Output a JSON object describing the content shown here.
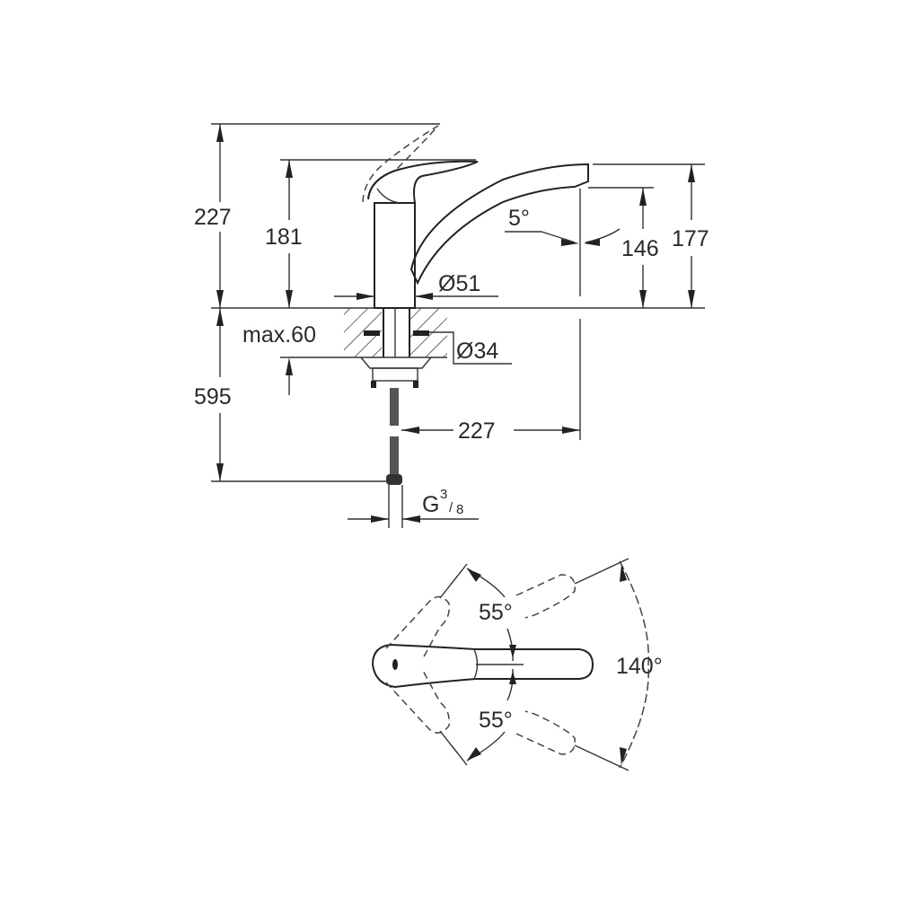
{
  "drawing": {
    "title": "Single-lever sink mixer dimension drawing",
    "side_view": {
      "dimensions": {
        "lever_raised_height": "227",
        "body_height": "181",
        "spout_height": "177",
        "outlet_height": "146",
        "spout_angle": "5°",
        "body_diameter": "Ø51",
        "max_deck_thickness": "max.60",
        "hole_diameter": "Ø34",
        "hose_length": "595",
        "spout_reach": "227",
        "connection_thread": "G",
        "connection_thread_num": "3",
        "connection_thread_den": "8"
      }
    },
    "top_view": {
      "dimensions": {
        "rotation_upper": "55°",
        "rotation_lower": "55°",
        "rotation_total": "140°"
      }
    },
    "colors": {
      "line": "#333333",
      "background": "#ffffff"
    }
  }
}
